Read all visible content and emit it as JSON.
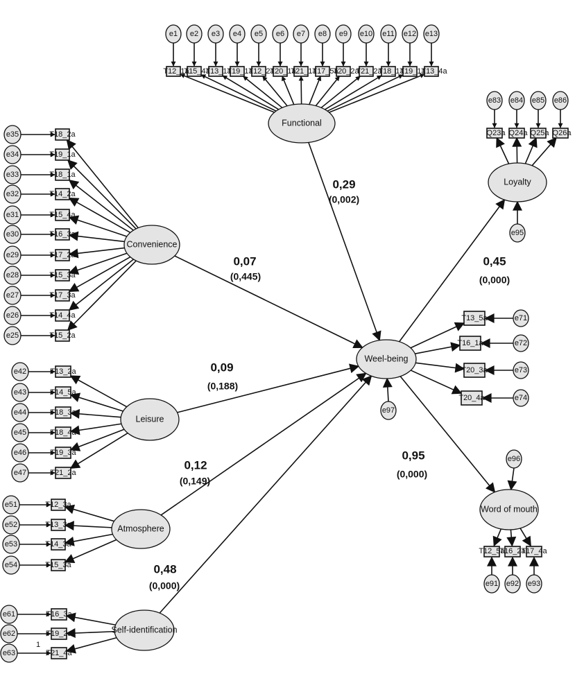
{
  "colors": {
    "fill": "#e4e4e4",
    "stroke": "#111111",
    "background": "#ffffff"
  },
  "constructs": {
    "functional": "Functional",
    "convenience": "Convenience",
    "leisure": "Leisure",
    "atmosphere": "Atmosphere",
    "self_identification": "Self-identification",
    "wellbeing": "Weel-being",
    "loyalty": "Loyalty",
    "wom": "Word of mouth"
  },
  "paths": [
    {
      "id": "functional",
      "coef": "0,29",
      "p": "(0,002)"
    },
    {
      "id": "convenience",
      "coef": "0,07",
      "p": "(0,445)"
    },
    {
      "id": "leisure",
      "coef": "0,09",
      "p": "(0,188)"
    },
    {
      "id": "atmosphere",
      "coef": "0,12",
      "p": "(0,149)"
    },
    {
      "id": "self_identification",
      "coef": "0,48",
      "p": "(0,000)"
    },
    {
      "id": "loyalty",
      "coef": "0,45",
      "p": "(0,000)"
    },
    {
      "id": "wom",
      "coef": "0,95",
      "p": "(0,000)"
    }
  ],
  "indicators": {
    "functional": [
      "T12_1a",
      "T15_4a",
      "T13_1a",
      "T19_1a",
      "T12_2a",
      "T20_1a",
      "T21_1a",
      "T17_5a",
      "T20_2a",
      "T21_2a",
      "T18_1a",
      "T19_1a",
      "T13_4a"
    ],
    "convenience": [
      "T18_2a",
      "T19_1a",
      "T18_1a",
      "T14_2a",
      "T15_4a",
      "T16_3a",
      "T17_2a",
      "T15_3a",
      "T17_3a",
      "T14_4a",
      "T15_2a"
    ],
    "leisure": [
      "T13_2a",
      "T14_5a",
      "T18_3a",
      "T18_4a",
      "T19_3a",
      "T21_2a"
    ],
    "atmosphere": [
      "T12_3a",
      "T13_3a",
      "T14_3a",
      "T15_3a"
    ],
    "self_identification": [
      "T16_3a",
      "T19_2a",
      "T21_4a"
    ],
    "loyalty": [
      "Q23a",
      "Q24a",
      "Q25a",
      "Q26a"
    ],
    "wellbeing": [
      "T13_5a",
      "T16_1a",
      "T20_3a",
      "T20_4a"
    ],
    "wom": [
      "T12_5a",
      "T16_2a",
      "T17_4a"
    ]
  },
  "errors": {
    "functional": [
      "e1",
      "e2",
      "e3",
      "e4",
      "e5",
      "e6",
      "e7",
      "e8",
      "e9",
      "e10",
      "e11",
      "e12",
      "e13"
    ],
    "convenience": [
      "e35",
      "e34",
      "e33",
      "e32",
      "e31",
      "e30",
      "e29",
      "e28",
      "e27",
      "e26",
      "e25"
    ],
    "leisure": [
      "e42",
      "e43",
      "e44",
      "e45",
      "e46",
      "e47"
    ],
    "atmosphere": [
      "e51",
      "e52",
      "e53",
      "e54"
    ],
    "self_identification": [
      "e61",
      "e62",
      "e63"
    ],
    "loyalty": [
      "e83",
      "e84",
      "e85",
      "e86"
    ],
    "wellbeing": [
      "e71",
      "e72",
      "e73",
      "e74"
    ],
    "wom": [
      "e91",
      "e92",
      "e93"
    ],
    "disturbances": {
      "loyalty": "e95",
      "wellbeing": "e97",
      "wom": "e96"
    }
  },
  "stray_label": "1"
}
